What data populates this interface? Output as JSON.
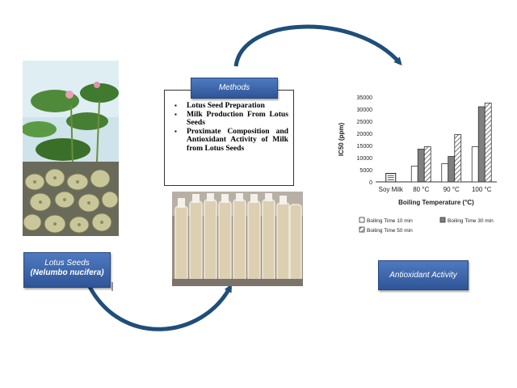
{
  "lotus_label": {
    "line1": "Lotus Seeds",
    "line2": "(Nelumbo nucifera)"
  },
  "methods": {
    "title": "Methods",
    "items": [
      "Lotus Seed Preparation",
      "Milk Production From Lotus Seeds",
      "Proximate Composition and Antioxidant Activity of Milk from Lotus Seeds"
    ]
  },
  "antioxidant_label": "Antioxidant Activity",
  "colors": {
    "box_blue": "#2f5597",
    "arrow_blue": "#1f4e79",
    "bar_mid": "#7f7f7f"
  },
  "chart_data": {
    "type": "bar",
    "ylabel": "IC50 (ppm)",
    "xlabel": "Boiling Temperature (°C)",
    "categories": [
      "Soy Milk",
      "80 °C",
      "90 °C",
      "100 °C"
    ],
    "ylim": [
      0,
      35000
    ],
    "yticks": [
      "0",
      "5000",
      "10000",
      "15000",
      "20000",
      "25000",
      "30000",
      "35000"
    ],
    "ytick_values": [
      0,
      5000,
      10000,
      15000,
      20000,
      25000,
      30000,
      35000
    ],
    "series": [
      {
        "name": "Boiling Time 10 min",
        "values": [
          3500,
          6500,
          7500,
          14500
        ],
        "style": "white"
      },
      {
        "name": "Boiling Time 30 min",
        "values": [
          0,
          13500,
          10500,
          31000
        ],
        "style": "gray"
      },
      {
        "name": "Boiling Time 50 min",
        "values": [
          0,
          14500,
          19500,
          32500
        ],
        "style": "hatch"
      }
    ],
    "grid": false,
    "legend_position": "bottom"
  }
}
